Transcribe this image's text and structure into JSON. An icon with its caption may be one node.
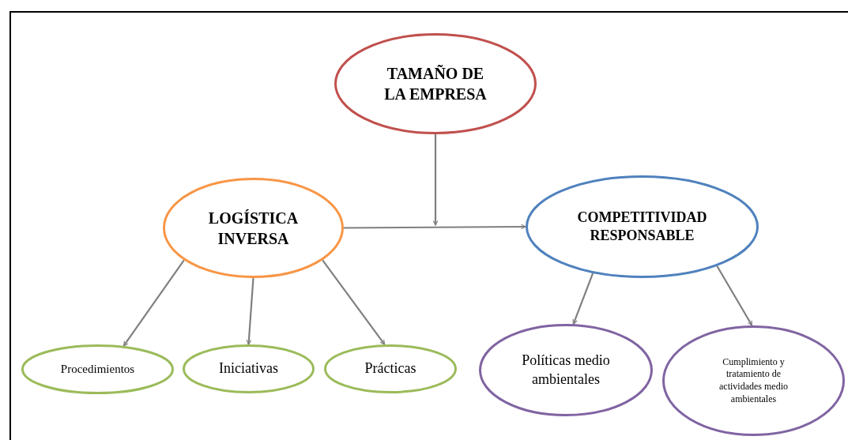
{
  "diagram": {
    "nodes": [
      {
        "text": [
          "TAMAÑO DE LA EMPRESA"
        ]
      },
      {
        "text": [
          "LOGÍSTICA INVERSA"
        ]
      },
      {
        "text": [
          "COMPETITIVIDAD RESPONSABLE"
        ]
      },
      {
        "text": [
          "Procedimientos"
        ]
      },
      {
        "text": [
          "Iniciativas"
        ]
      },
      {
        "text": [
          "Prácticas"
        ]
      },
      {
        "text": [
          "Políticas medio ambientales"
        ]
      },
      {
        "text": [
          "Cumplimiento y tratamiento de actividades medio ambientales"
        ]
      }
    ],
    "edges": [
      {
        "from": 1,
        "to": 2,
        "arrow": "to"
      },
      {
        "from": 0,
        "to": null,
        "arrow": "to"
      },
      {
        "from": 1,
        "to": 3,
        "arrow": "to"
      },
      {
        "from": 1,
        "to": 4,
        "arrow": "to"
      },
      {
        "from": 1,
        "to": 5,
        "arrow": "to"
      },
      {
        "from": 2,
        "to": 6,
        "arrow": "to"
      },
      {
        "from": 2,
        "to": 7,
        "arrow": "to"
      }
    ]
  }
}
